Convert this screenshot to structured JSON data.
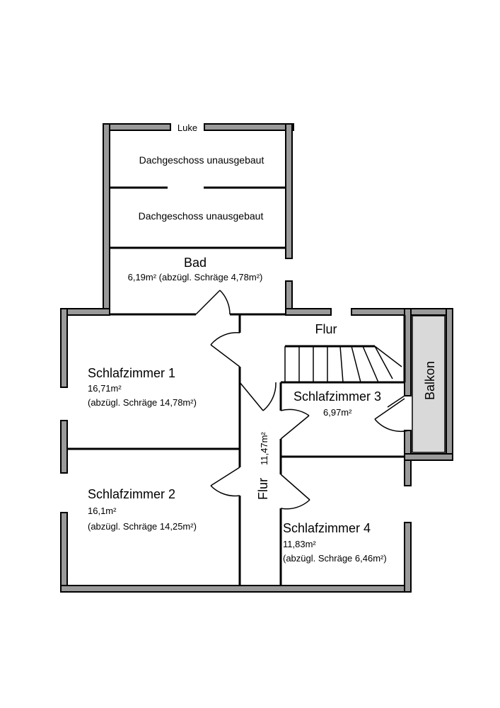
{
  "plan": {
    "rooms": {
      "luke": {
        "label": "Luke"
      },
      "attic_1": {
        "label": "Dachgeschoss unausgebaut"
      },
      "attic_2": {
        "label": "Dachgeschoss unausgebaut"
      },
      "bad": {
        "label": "Bad",
        "area": "6,19m² (abzügl. Schräge 4,78m²)"
      },
      "flur_top": {
        "label": "Flur"
      },
      "schlafzimmer_1": {
        "label": "Schlafzimmer 1",
        "area": "16,71m²",
        "note": "(abzügl. Schräge 14,78m²)"
      },
      "schlafzimmer_2": {
        "label": "Schlafzimmer 2",
        "area": "16,1m²",
        "note": "(abzügl. Schräge 14,25m²)"
      },
      "schlafzimmer_3": {
        "label": "Schlafzimmer 3",
        "area": "6,97m²"
      },
      "schlafzimmer_4": {
        "label": "Schlafzimmer 4",
        "area": "11,83m²",
        "note": "(abzügl. Schräge 6,46m²)"
      },
      "flur_vertical": {
        "label": "Flur",
        "area": "11,47m²"
      },
      "balkon": {
        "label": "Balkon"
      }
    },
    "colors": {
      "wall": "#9a9a9a",
      "balcony": "#d9d9d9",
      "line": "#000000"
    }
  }
}
